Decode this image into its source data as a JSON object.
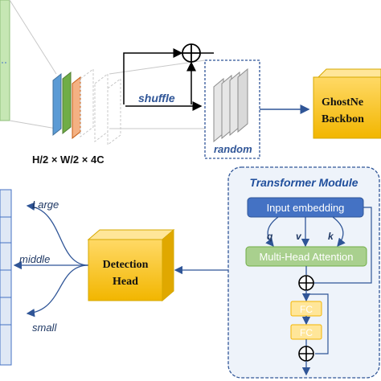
{
  "top": {
    "shuffle_label": "shuffle",
    "random_label": "random",
    "dims_label": "H/2 × W/2 × 4C",
    "backbone_line1": "GhostNe",
    "backbone_line2": "Backbon"
  },
  "bottom": {
    "large_label": "Large",
    "middle_label": "middle",
    "small_label": "small",
    "detection_line1": "Detection",
    "detection_line2": "Head"
  },
  "transformer": {
    "title": "Transformer Module",
    "input_embedding": "Input embedding",
    "q_label": "q",
    "v_label": "v",
    "k_label": "k",
    "mha": "Multi-Head Attention",
    "fc1": "FC",
    "fc2": "FC"
  },
  "colors": {
    "accent_blue": "#1f4e9c",
    "module_bg": "#eef3fa",
    "input_embed": "#4472c4",
    "mha_green": "#a9d08e",
    "fc_yellow": "#ffe699",
    "head_yellow": "#f4c542"
  },
  "icons": {
    "add": "plus-circle-icon"
  }
}
